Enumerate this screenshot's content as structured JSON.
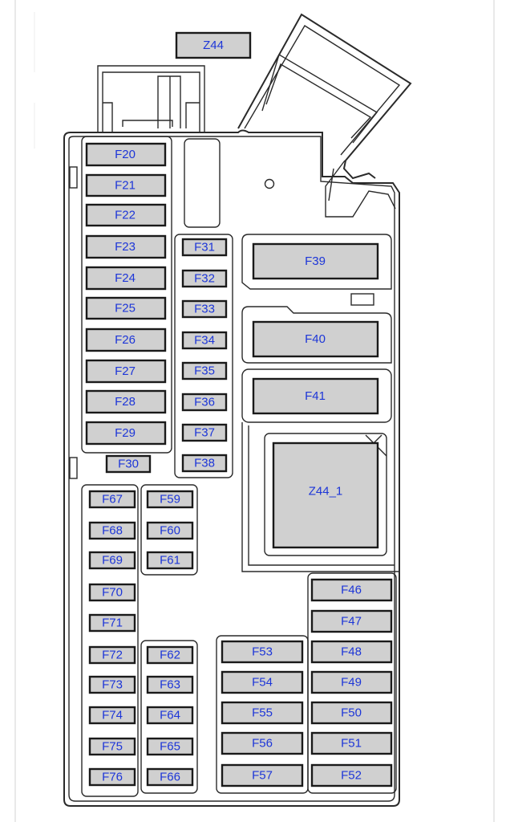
{
  "fuses": {
    "Z44": "Z44",
    "F20": "F20",
    "F21": "F21",
    "F22": "F22",
    "F23": "F23",
    "F24": "F24",
    "F25": "F25",
    "F26": "F26",
    "F27": "F27",
    "F28": "F28",
    "F29": "F29",
    "F30": "F30",
    "F31": "F31",
    "F32": "F32",
    "F33": "F33",
    "F34": "F34",
    "F35": "F35",
    "F36": "F36",
    "F37": "F37",
    "F38": "F38",
    "F39": "F39",
    "F40": "F40",
    "F41": "F41",
    "Z44_1": "Z44_1",
    "F67": "F67",
    "F68": "F68",
    "F69": "F69",
    "F70": "F70",
    "F71": "F71",
    "F72": "F72",
    "F73": "F73",
    "F74": "F74",
    "F75": "F75",
    "F76": "F76",
    "F59": "F59",
    "F60": "F60",
    "F61": "F61",
    "F62": "F62",
    "F63": "F63",
    "F64": "F64",
    "F65": "F65",
    "F66": "F66",
    "F53": "F53",
    "F54": "F54",
    "F55": "F55",
    "F56": "F56",
    "F57": "F57",
    "F46": "F46",
    "F47": "F47",
    "F48": "F48",
    "F49": "F49",
    "F50": "F50",
    "F51": "F51",
    "F52": "F52"
  },
  "colors": {
    "label": "#1d36d8",
    "fuse_fill": "#d0d0d0",
    "outline": "#2a2a2a"
  }
}
